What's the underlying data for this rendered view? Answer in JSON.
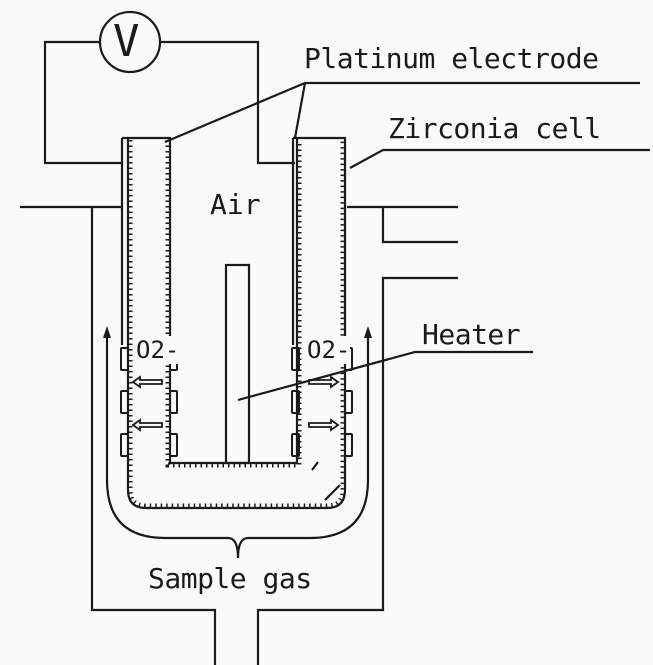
{
  "labels": {
    "voltmeter": "V",
    "platinum_electrode": "Platinum electrode",
    "zirconia_cell": "Zirconia cell",
    "air": "Air",
    "heater": "Heater",
    "oxygen_ion_left": "O2-",
    "oxygen_ion_right": "O2-",
    "sample_gas": "Sample gas"
  },
  "colors": {
    "line": "#1a1a1a",
    "background": "#fafafa"
  }
}
